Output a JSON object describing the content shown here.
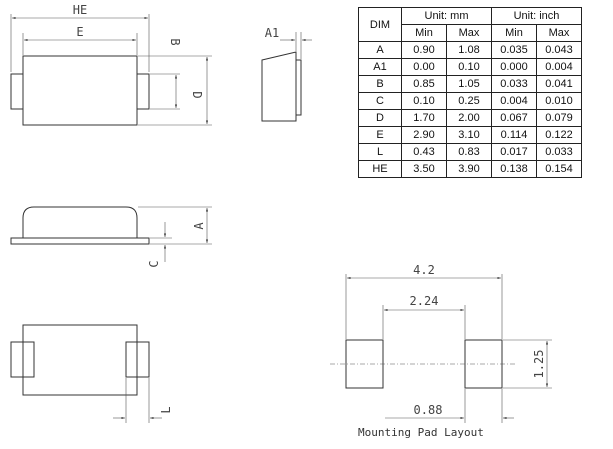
{
  "labels": {
    "HE": "HE",
    "E": "E",
    "B": "B",
    "D": "D",
    "A1": "A1",
    "A": "A",
    "C": "C",
    "L": "L"
  },
  "pad_layout": {
    "total_width": "4.2",
    "inner_gap": "2.24",
    "pad_height": "1.25",
    "pad_width": "0.88",
    "caption": "Mounting Pad Layout"
  },
  "table": {
    "dim_header": "DIM",
    "mm_header": "Unit: mm",
    "inch_header": "Unit: inch",
    "min_label": "Min",
    "max_label": "Max",
    "rows": [
      {
        "dim": "A",
        "mm_min": "0.90",
        "mm_max": "1.08",
        "in_min": "0.035",
        "in_max": "0.043"
      },
      {
        "dim": "A1",
        "mm_min": "0.00",
        "mm_max": "0.10",
        "in_min": "0.000",
        "in_max": "0.004"
      },
      {
        "dim": "B",
        "mm_min": "0.85",
        "mm_max": "1.05",
        "in_min": "0.033",
        "in_max": "0.041"
      },
      {
        "dim": "C",
        "mm_min": "0.10",
        "mm_max": "0.25",
        "in_min": "0.004",
        "in_max": "0.010"
      },
      {
        "dim": "D",
        "mm_min": "1.70",
        "mm_max": "2.00",
        "in_min": "0.067",
        "in_max": "0.079"
      },
      {
        "dim": "E",
        "mm_min": "2.90",
        "mm_max": "3.10",
        "in_min": "0.114",
        "in_max": "0.122"
      },
      {
        "dim": "L",
        "mm_min": "0.43",
        "mm_max": "0.83",
        "in_min": "0.017",
        "in_max": "0.033"
      },
      {
        "dim": "HE",
        "mm_min": "3.50",
        "mm_max": "3.90",
        "in_min": "0.138",
        "in_max": "0.154"
      }
    ]
  }
}
